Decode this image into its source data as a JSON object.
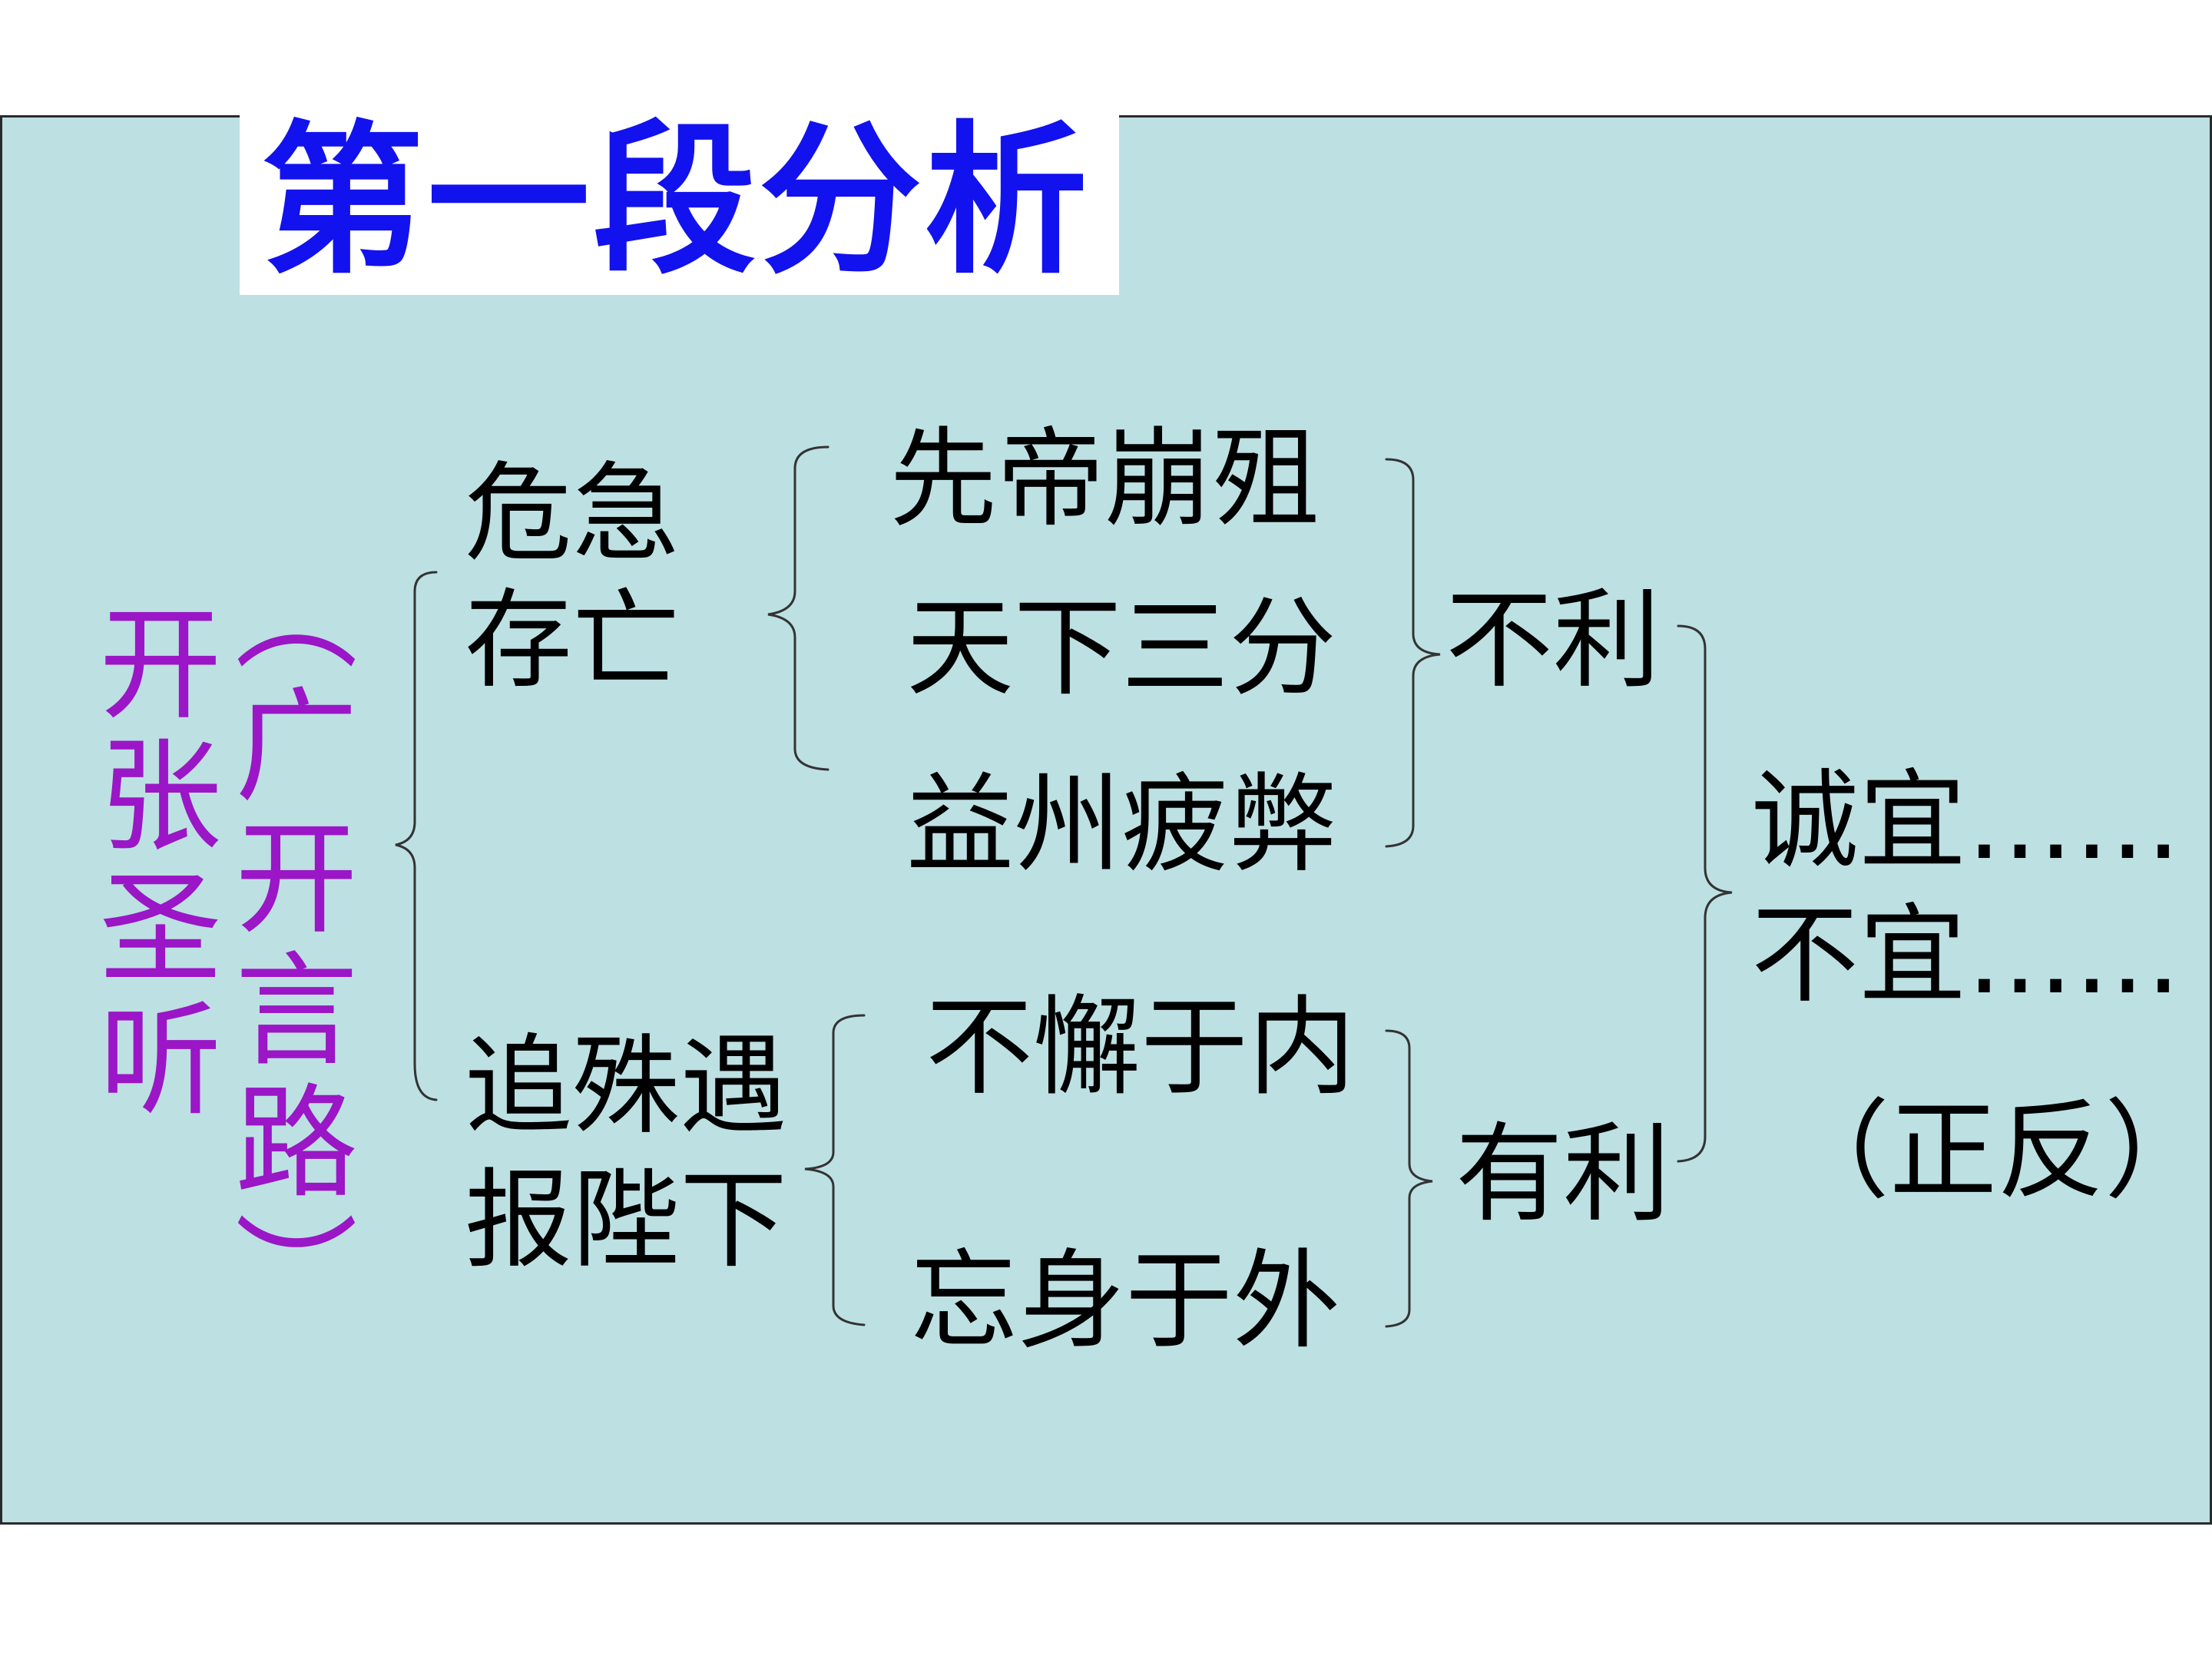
{
  "title": "第一段分析",
  "left": {
    "col1": "开张圣听",
    "col2": "（广开言路）"
  },
  "branch_top": {
    "head_line1": "危急",
    "head_line2": "存亡",
    "items": [
      "先帝崩殂",
      "天下三分",
      "益州疲弊"
    ],
    "result": "不利"
  },
  "branch_bottom": {
    "head_line1": "追殊遇",
    "head_line2": "报陛下",
    "items": [
      "不懈于内",
      "忘身于外"
    ],
    "result": "有利"
  },
  "conclusion": {
    "line1": "诚宜……",
    "line2": "不宜……",
    "note": "（正反）"
  },
  "colors": {
    "title": "#1212ee",
    "left_text": "#9b16c6",
    "panel_bg": "#bde0e3",
    "text": "#000000"
  }
}
